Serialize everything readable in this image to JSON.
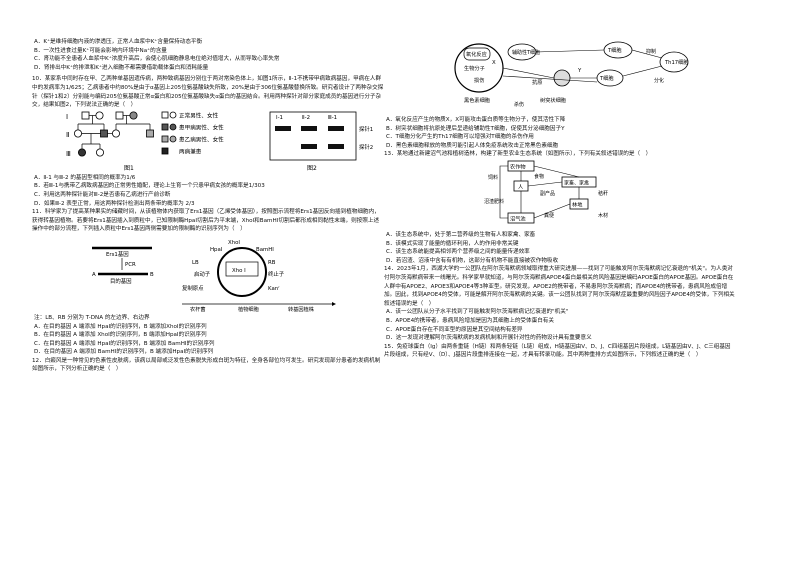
{
  "left": {
    "q9_opts": [
      "A．K⁺是维持细胞内液的渗透压，正常人血浆中K⁺含量保持动态平衡",
      "B．一次性进食过量K⁺可能会影响内环境中Na⁺的含量",
      "C．肾功能不全患者人血浆中K⁺浓度升高后，会使心肌细胞静息电位绝对值增大，从而导致心率失常",
      "D．肾排出中K⁺的排泄和K⁺进入细胞不都需要借助载体蛋白和消耗能量"
    ],
    "q10_stem": "10．某家系中同时存在甲、乙两种单基因遗传病，两种致病基因分别位于两对常染色体上，如图1所示，Ⅱ-1不携带甲病致病基因，甲病在人群中的发病率为1/625；乙病患者中约80%是由于α基因上205位氨基酸缺失所致，20%是由于306位氨基酸替换所致。研究者设计了两种杂交探针（探针1和2）分别能与编码205位氨基酸正常α蛋白和205位氨基酸缺失α蛋白的基因结合。利用两种探针对部分家庭成员的基因进行分子杂交，结果如图2，下列说法正确的是（　）",
    "fig1_caption": "图1",
    "fig2_caption": "图2",
    "fig1_legend": [
      "正常男性、女性",
      "患甲病男性、女性",
      "患乙病男性、女性",
      "两病兼患"
    ],
    "fig1_gens": [
      "Ⅰ",
      "Ⅱ",
      "Ⅲ"
    ],
    "fig2_cols": [
      "Ⅰ-1",
      "Ⅱ-2",
      "Ⅲ-1"
    ],
    "fig2_rows": [
      "探针1",
      "探针2"
    ],
    "q10_opts": [
      "A．Ⅱ-1 与Ⅲ-2 的基因型相同的概率为1/6",
      "B．若Ⅲ-1与携带乙病致病基因的正常男性婚配，理论上生育一个只患甲病女孩的概率是1/303",
      "C．利用这两种探针能对Ⅲ-2是否患有乙病进行产前诊断",
      "D．如果Ⅲ-2 表型正常，用这两种探针检测出两条带的概率为 2/3"
    ],
    "q11_stem": "11．科学家为了提高某种果实的储藏时间，从该植物体内获取了Ers1基因（乙烯受体基因），按照图示流程将Ers1基因反向插到植物细胞内，获得转基因植物。若要将Ers1基因插入到质粒中，已知限制酶HpaⅠ切割后为平末端，XhoⅠ和BamHⅠ切割后都形成相同黏性末端，则按照上述操作中的部分流程，下列插入质粒中Ers1基因两侧需要加的限制酶的识别序列为（　）",
    "fig11_labels": {
      "ers1": "Ers1基因",
      "gene": "目的基因",
      "pcr": "PCR",
      "hpa": "HpaⅠ",
      "xho": "XhoⅠ",
      "bam": "BamHⅠ",
      "lb": "LB",
      "rb": "RB",
      "prom": "启动子",
      "term": "终止子",
      "ori": "复制原点",
      "kan": "Kanʳ",
      "seq": "Xho Ⅰ",
      "legend": [
        "农杆菌",
        "植物细胞",
        "转基因植株"
      ]
    },
    "q11_note": "注：LB、RB 分别为 T-DNA 的左边界、右边界",
    "q11_opts": [
      "A．在目的基因 A 端添加 HpaⅠ的识别序列，B 端添加XhoⅠ的识别序列",
      "B．在目的基因 A 端添加 XhoⅠ的识别序列，B 端添加HpaⅠ的识别序列",
      "C．在目的基因 A 端添加 HpaⅠ的识别序列，B 端添加 BamHⅠ的识别序列",
      "D．在目的基因 A 端添加 BamHⅠ的识别序列，B 端添加HpaⅠ的识别序列"
    ],
    "q12_stem": "12．白癜风是一种常见的色素性皮肤病，该病以局部或泛发性色素脱失形成白斑为特征，全身各部位均可发生。研究发现部分患者的发病机制如图所示，下列分析正确的是（　）"
  },
  "right": {
    "fig12_labels": {
      "oxid": "氧化反应",
      "bio": "生物分子",
      "damage": "损伤",
      "cell": "黑色素细胞",
      "dend": "树突状细胞",
      "antigen": "抗原",
      "th": "辅助性T细胞",
      "tcell": "T细胞",
      "th17": "Th17细胞",
      "suppress": "抑制",
      "diff": "分化",
      "kill": "杀伤",
      "x": "X",
      "y": "Y"
    },
    "q12_opts": [
      "A．氧化反应产生的物质X，X可能攻击蛋白质等生物分子，使其活性下降",
      "B．树突状细胞将抗原处理后呈递给辅助性T细胞，促使其分泌细胞因子Y",
      "C．T细胞分化产生的Th17细胞可以增强对T细胞的杀伤作用",
      "D．黑色素细胞释放的物质可能引起人体免疫系统攻击正常黑色素细胞"
    ],
    "q13_stem": "13．某地通过新建沼气池和植树造林，构建了新型农业生态系统（如图所示），下列有关叙述错误的是（　）",
    "fig13_labels": {
      "crops": "农作物",
      "human": "人",
      "pig": "家畜、家禽",
      "forest": "林地",
      "biogas": "沼气池",
      "feed": "饲料",
      "food": "食物",
      "sub": "副产品",
      "manure": "粪便",
      "fert": "沼渣肥料",
      "side": "秸秆",
      "wood": "木材"
    },
    "q13_opts": [
      "A．该生态系统中，处于第二营养级的生物有人和家禽、家畜",
      "B．该模式实现了能量的循环利用，人的作用非常关键",
      "C．该生态系统能提高相邻两个营养级之间的能量传递效率",
      "D．若沼渣、沼液中含有有机物，这部分有机物不能直接被农作物吸收"
    ],
    "q14_stem": "14．2023年1月，西湖大学的一公团队在阿尔茨海默病领域取得重大研究进展——找到了可能触发阿尔茨海默病记忆衰退的\"机关\"。为人类对付阿尔茨海默病带来一线曙光。科学家早就知道，与阿尔茨海默病APOE4蛋白最相关的风险基因是编码APOE蛋白的APOE基因。APOE蛋白在人群中有APOE2、APOE3和APOE4等3种亚型。研究发现，APOE2的携带者，不易患阿尔茨海默病；而APOE4的携带者，患病风险成倍增加。因此，找到APOE4的受体，可能是解开阿尔茨海默病的关键。该一公团队找到了阿尔茨海默症最重要的风险因子APOE4的受体，下列相关叙述错误的是（　）",
    "q14_opts": [
      "A．该一公团队从分子水平找到了可能触发阿尔茨海默病记忆衰退的\"机关\"",
      "B．APOE4的携带者，患病风险增加是因为其细胞上的受体蛋白有关",
      "C．APOE蛋白存在不同亚型的原因是其空间结构有差异",
      "D．这一发现对理解阿尔茨海默病的发病机制和开展针对性的药物设计具有重要意义"
    ],
    "q15_stem": "15．免疫球蛋白（Ig）由两条重链（H链）和两条轻链（L链）组成，H链基因由V、D、J、C四组基因片段组成，L链基因由V、J、C三组基因片段组成，只有经V、（D）、J基因片段重排连接在一起，才具有转录功能。其中两种重排方式如图所示，下列叙述正确的是（　）"
  }
}
